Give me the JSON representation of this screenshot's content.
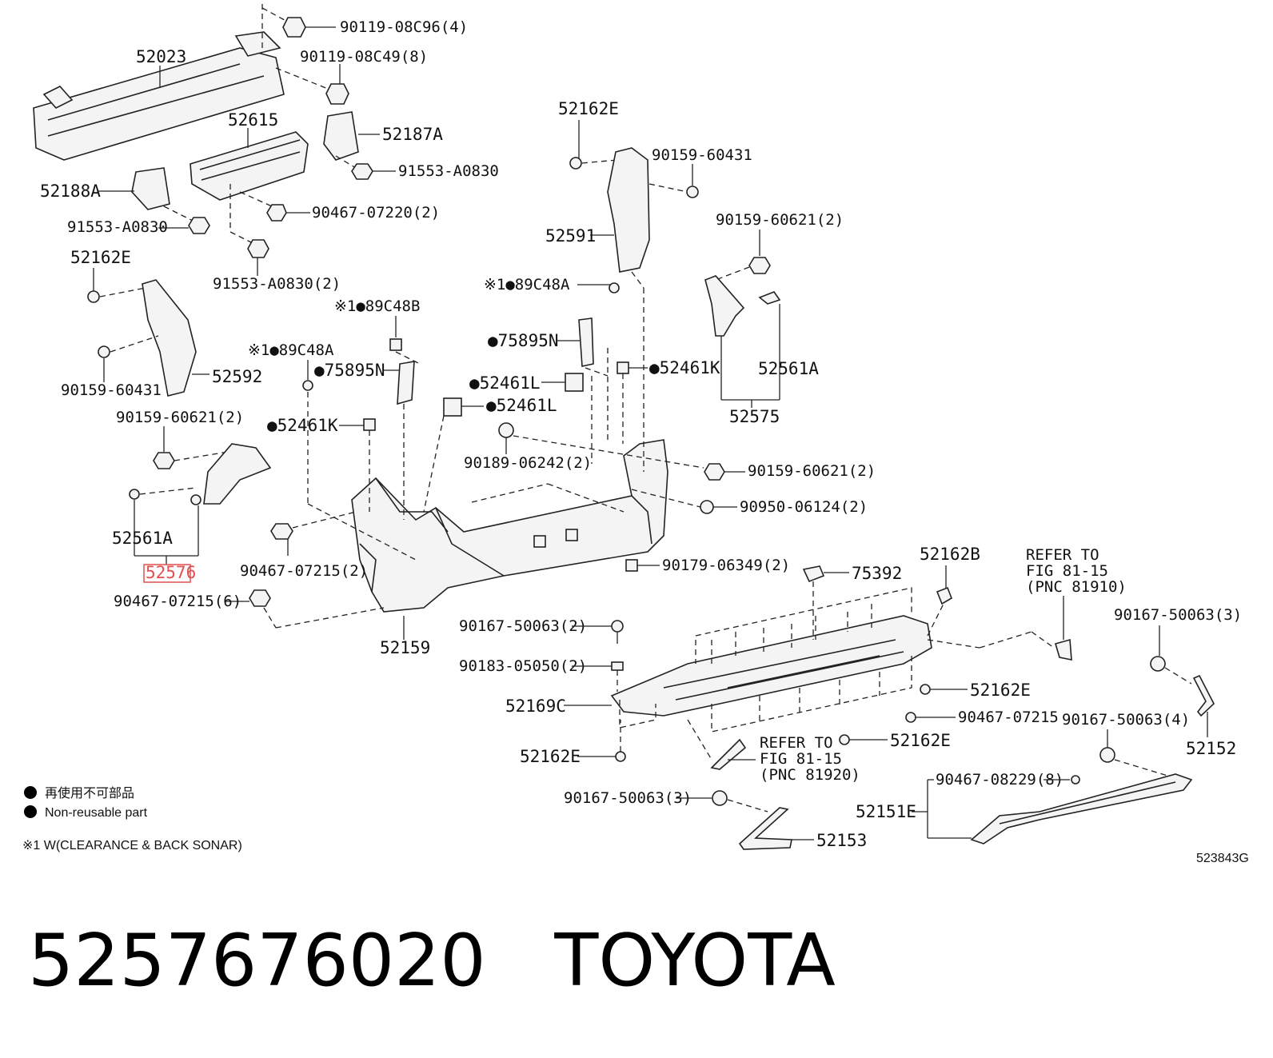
{
  "diagram": {
    "labels": {
      "p52023": "52023",
      "p90119_96": "90119-08C96(4)",
      "p90119_49": "90119-08C49(8)",
      "p52615": "52615",
      "p52187A": "52187A",
      "p91553_r": "91553-A0830",
      "p52188A": "52188A",
      "p90467_07220": "90467-07220(2)",
      "p91553_l": "91553-A0830",
      "p91553_2": "91553-A0830(2)",
      "p52162E_tl": "52162E",
      "p90159_60431_l": "90159-60431",
      "p52592": "52592",
      "p89C48B": "※1●89C48B",
      "p89C48A_l": "※1●89C48A",
      "p75895N_l": "●75895N",
      "p90159_60621_l": "90159-60621(2)",
      "p52461K_l": "●52461K",
      "p52561A_l": "52561A",
      "p52576": "52576",
      "p90467_07215_2": "90467-07215(2)",
      "p90467_07215_6": "90467-07215(6)",
      "p52159": "52159",
      "p52162E_tr": "52162E",
      "p90159_60431_r": "90159-60431",
      "p52591": "52591",
      "p90159_60621_r": "90159-60621(2)",
      "p89C48A_r": "※1●89C48A",
      "p75895N_r": "●75895N",
      "p52461L_a": "●52461L",
      "p52461L_b": "●52461L",
      "p52461K_r": "●52461K",
      "p52561A_r": "52561A",
      "p52575": "52575",
      "p90189": "90189-06242(2)",
      "p90159_60621_m": "90159-60621(2)",
      "p90950": "90950-06124(2)",
      "p90179": "90179-06349(2)",
      "p52162B": "52162B",
      "p75392": "75392",
      "p90167_50063_2": "90167-50063(2)",
      "p90183": "90183-05050(2)",
      "p52169C": "52169C",
      "p52162E_a": "52162E",
      "p52162E_b": "52162E",
      "p52162E_c": "52162E",
      "p90467_07215_r": "90467-07215",
      "p90167_50063_3a": "90167-50063(3)",
      "p90167_50063_4": "90167-50063(4)",
      "p52152": "52152",
      "p90467_08229": "90467-08229(8)",
      "p52151E": "52151E",
      "p90167_50063_3b": "90167-50063(3)",
      "p52153": "52153",
      "ref1_a": "REFER TO",
      "ref1_b": "FIG 81-15",
      "ref1_c": "(PNC 81910)",
      "ref2_a": "REFER TO",
      "ref2_b": "FIG 81-15",
      "ref2_c": "(PNC 81920)"
    },
    "legend": {
      "line1": "再使用不可部品",
      "line2": "Non-reusable part",
      "note": "※1  W(CLEARANCE & BACK SONAR)"
    },
    "figure_id": "523843G",
    "caption": "5257676020   TOYOTA",
    "highlight_color": "#e05050"
  }
}
